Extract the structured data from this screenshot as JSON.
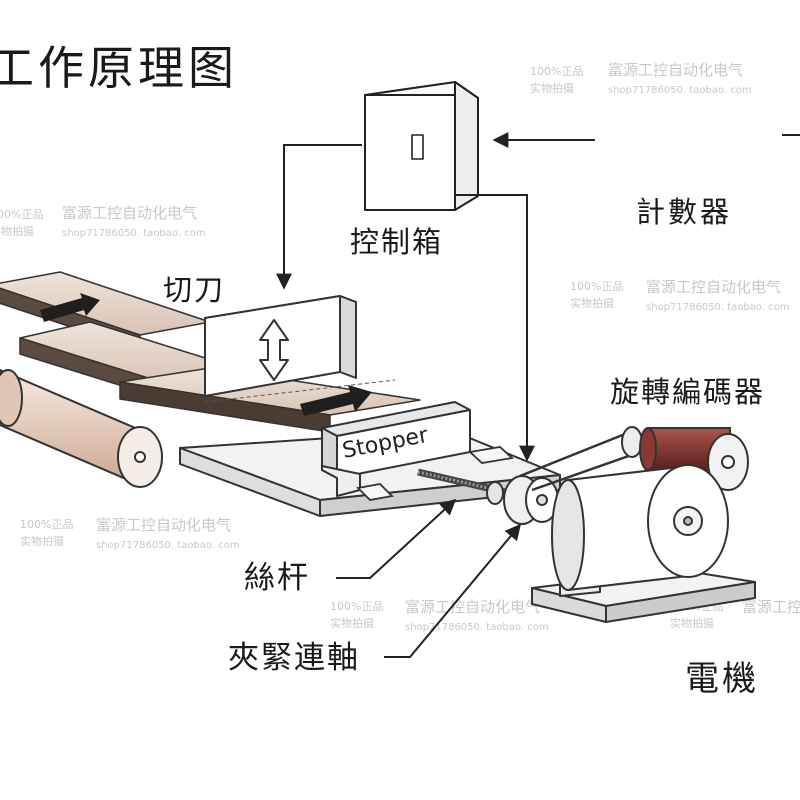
{
  "title": "工作原理图",
  "labels": {
    "control_box": "控制箱",
    "counter": "計數器",
    "cutter": "切刀",
    "encoder": "旋轉編碼器",
    "stopper": "Stopper",
    "lead_screw": "絲杆",
    "coupling": "夾緊連軸",
    "motor": "電機"
  },
  "watermark": {
    "line1": "100%正品",
    "line2": "实物拍摄",
    "shop_name": "富源工控自动化电气",
    "shop_url": "shop71786050. taobao. com"
  },
  "colors": {
    "line": "#222222",
    "sheet_dark": "#5a4a40",
    "sheet_light": "#e3d1c4",
    "roller": "#e9d5c8",
    "encoder_body": "#7a2f2a",
    "watermark": "#c8c8c8"
  }
}
